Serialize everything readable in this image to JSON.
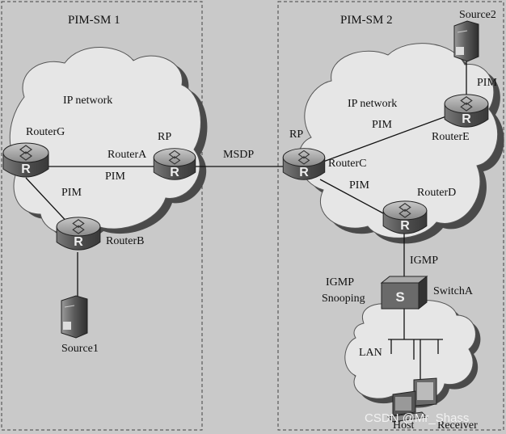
{
  "domains": {
    "left": "PIM-SM 1",
    "right": "PIM-SM 2"
  },
  "clouds": {
    "left": "IP network",
    "right": "IP network",
    "lan": "LAN"
  },
  "devices": {
    "router_g": {
      "name": "RouterG",
      "glyph": "R"
    },
    "router_a": {
      "name": "RouterA",
      "role": "RP",
      "glyph": "R"
    },
    "router_b": {
      "name": "RouterB",
      "glyph": "R"
    },
    "router_c": {
      "name": "RouterC",
      "role": "RP",
      "glyph": "R"
    },
    "router_d": {
      "name": "RouterD",
      "glyph": "R"
    },
    "router_e": {
      "name": "RouterE",
      "glyph": "R"
    },
    "switch_a": {
      "name": "SwitchA",
      "glyph": "S"
    },
    "source1": {
      "name": "Source1"
    },
    "source2": {
      "name": "Source2"
    },
    "host": {
      "name": "Host"
    },
    "receiver": {
      "name": "Receiver"
    }
  },
  "links": {
    "g_a": "PIM",
    "g_b": "PIM",
    "a_c": "MSDP",
    "c_e": "PIM",
    "c_d": "PIM",
    "e_source2": "PIM",
    "d_switch": "IGMP",
    "switch_snooping_line1": "IGMP",
    "switch_snooping_line2": "Snooping"
  },
  "watermark": "CSDN @Mr_Shass",
  "colors": {
    "background": "#c9c9c9",
    "cloud_fill": "#e6e6e6",
    "cloud_shadow": "#5a5a5a",
    "router_body": "#555555",
    "line": "#111111"
  }
}
